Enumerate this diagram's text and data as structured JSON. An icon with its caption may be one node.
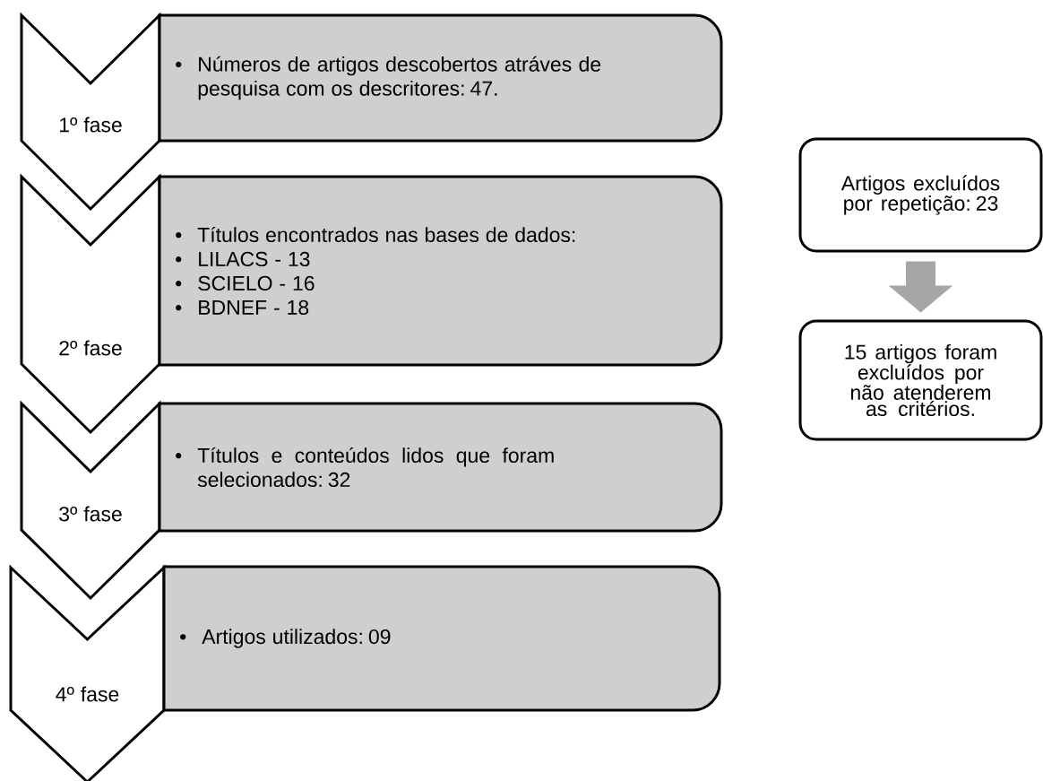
{
  "diagram": {
    "nodes": [
      {
        "text": [
          "1º fase"
        ]
      },
      {
        "text": [
          "Números de artigos descobertos atráves de pesquisa com os descritores: 47."
        ]
      },
      {
        "text": [
          "2º fase"
        ]
      },
      {
        "text": [
          "Títulos encontrados nas bases de dados:",
          "LILACS - 13",
          "SCIELO - 16",
          "BDNEF - 18"
        ]
      },
      {
        "text": [
          "3º fase"
        ]
      },
      {
        "text": [
          "Títulos e conteúdos lidos que foram selecionados: 32"
        ]
      },
      {
        "text": [
          "4º fase"
        ]
      },
      {
        "text": [
          "Artigos utilizados: 09"
        ]
      },
      {
        "text": [
          "Artigos excluídos por repetição: 23"
        ]
      },
      {
        "text": [
          "15 artigos foram excluídos por não atenderem as critérios."
        ]
      }
    ],
    "edges": [
      {
        "from": 8,
        "to": 9,
        "arrow": "to",
        "color": "#a6a6a6"
      }
    ],
    "labels": [
      "•",
      "•",
      "•",
      "•",
      "•",
      "•",
      "•"
    ]
  }
}
